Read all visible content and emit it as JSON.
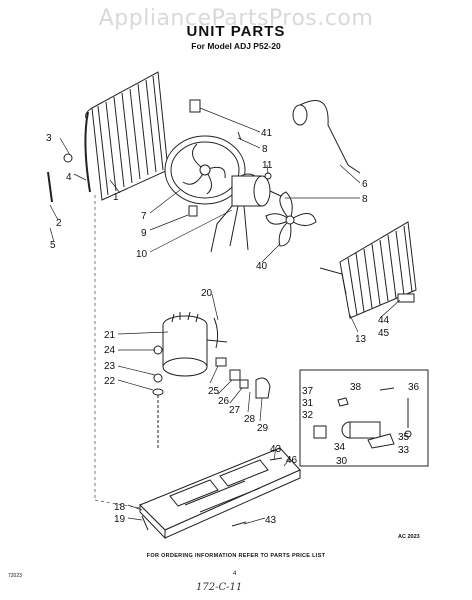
{
  "watermark": "AppliancePartsPros.com",
  "title": "UNIT PARTS",
  "subtitle": "For Model ADJ P52-20",
  "callouts": [
    "1",
    "2",
    "3",
    "4",
    "5",
    "6",
    "7",
    "8",
    "8",
    "9",
    "10",
    "11",
    "13",
    "18",
    "19",
    "20",
    "21",
    "22",
    "23",
    "24",
    "25",
    "26",
    "27",
    "28",
    "29",
    "30",
    "31",
    "32",
    "33",
    "34",
    "35",
    "36",
    "37",
    "38",
    "40",
    "41",
    "43",
    "43",
    "44",
    "45",
    "46"
  ],
  "footer_note": "FOR ORDERING INFORMATION REFER TO PARTS PRICE LIST",
  "drawing_code": "AC 2023",
  "page_code_left": "72023",
  "page_number": "4",
  "handwritten_note": "172-C-11"
}
